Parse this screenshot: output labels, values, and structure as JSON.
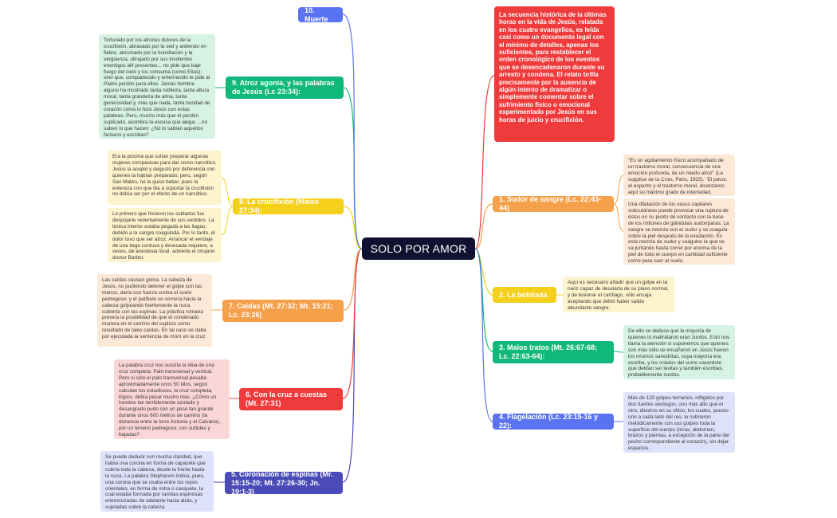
{
  "title": "SOLO POR AMOR",
  "intro": "La secuencia histórica de la últimas horas en la vida de Jesús, relatada en los cuatro evangelios, es leída casi como un documento legal con el mínimo de detalles, apenas los suficientes, para restablecer el orden cronológico de los eventos que se desencadenaron durante su arresto y condena. El relato brilla precisamente por la ausencia de algún intento de dramatizar o simplemente comentar sobre el sufrimiento físico o emocional experimentado por Jesús en sus horas de juicio y crucifixión.",
  "colors": {
    "red": "#ef3b3b",
    "orange": "#f5a04a",
    "yellow": "#f4cf1c",
    "green": "#10b87a",
    "blue": "#5a73f0",
    "indigo": "#4a4ab8",
    "dark": "#101030"
  },
  "nodes": [
    {
      "id": "n1",
      "label": "1. Sudor de sangre (Lc. 22:43-44)",
      "color": "#f5a04a",
      "notes": [
        "\"Es un agotamiento físico acompañado de un trastorno moral, consecuencia de una emoción profunda, de un miedo atroz\" (Le supplice de la Croix, Paris, 1925). \"El pavor, el espanto y el trastorno moral, alcanzaron aquí su máximo grado de intensidad.",
        "Una dilatación de los vasos capilares subcutáneos puede provocar una ruptura de éstos en su punto de contacto con la base de los millones de glándulas sudoríparas. La sangre se mezcla con el sudor y se coagula sobre la piel después de la exudación. Es esta mezcla de sudor y coágulos la que se va juntando hasta correr por encima de la piel de todo el cuerpo en cantidad suficiente como para caer al suelo."
      ]
    },
    {
      "id": "n2",
      "label": "2. La bofetada",
      "color": "#f4cf1c",
      "notes": [
        "Aquí es necesario añadir que un golpe en la nariz capaz de desviarla de su plano normal, y de lesionar el cartílago, sólo encaja aceptando que debió haber salido abundante sangre."
      ]
    },
    {
      "id": "n3",
      "label": "3. Malos tratos (Mt. 26:67-68; Lc. 22:63-64):",
      "color": "#10b87a",
      "notes": [
        "De ello se deduce que la mayoría de quienes lo maltrataron eran zurdos. Esto nos llama la atención si suponemos que quienes con más odio se ensañaron en Jesús fueron los mismos sanedritas, cuya mayoría era escriba, y los criados del sumo sacerdote que debían ser levitas y también escribas, probablemente zurdos."
      ]
    },
    {
      "id": "n4",
      "label": "4. Flagelación (Lc. 23:15-16 y 22):",
      "color": "#5a73f0",
      "notes": [
        "Más de 120 golpes ternarios, infligidos por dos fuertes verdugos, uno más alto que el otro, diestros en su oficio, los cuales, puesto uno a cada lado del reo, le cubrieron metódicamente con sus golpes toda la superficie del cuerpo (tórax, abdomen, brazos y piernas, a excepción de la parte del pecho correspondiente al corazón), sin dejar espacios."
      ]
    },
    {
      "id": "n5",
      "label": "5. Coronación de espinas (Mr. 15:15-20; Mt. 27:26-30; Jn. 19:1-3)",
      "color": "#4a4ab8",
      "notes": [
        "Se puede deducir con mucha claridad, que había una corona en forma de capacete que cubría toda la cabeza, desde la frente hasta la nuca. La palabra Stephanon indica, pues, una corona que se usaba entre los reyes orientales, en forma de mitra o casquete, la cual estaba formada por ramitas espinosas entrecruzadas de adelante hacia atrás, y sujetadas sobre la cabeza"
      ]
    },
    {
      "id": "n6",
      "label": "6. Con la cruz a cuestas (Mt. 27:31)",
      "color": "#ef3b3b",
      "notes": [
        "La palabra cruz nos suscita la idea de una cruz completa: Palo transversal y vertical. Pero si sólo el palo transversal pesaba aproximadamente unos 50 kilos, según calculan los estudiosos, la cruz completa, lógico, debía pesar mucho más. ¿Cómo un hombre tan terriblemente azotado y desangrado pudo con un peso tan grande durante unos 600 metros de camino (la distancia entre la torre Antonia y el Calvario), por un terreno pedregoso, con subidas y bajadas?"
      ]
    },
    {
      "id": "n7",
      "label": "7. Caídas (Mt. 27:32; Mr. 15:21; Lc. 23:26)",
      "color": "#f5a04a",
      "notes": [
        "Las caídas causan grima. La cabeza de Jesús, no pudiendo detener el golpe con las manos, daría con fuerza contra el suelo pedregoso; y el patíbulo se correría hacia la cabeza golpeando fuertemente la nuca cubierta con las espinas. La práctica romana preveía la posibilidad de que el condenado muriera en el camino del suplicio como resultado de tales caídas. En tal caso se daba por ejecutada la sentencia de morir en la cruz."
      ]
    },
    {
      "id": "n8",
      "label": "8. La crucifixión (Mateo 27:34):",
      "color": "#f4cf1c",
      "notes": [
        "Era la pócima que solían preparar algunas mujeres compasivas para dar como narcótico. Jesús la aceptó y degustó por deferencia con quienes la habían preparado; pero, según San Mateo, no la quiso beber, pues la entereza con que iba a soportar la crucifixión no debía ser por el efecto de un narcótico.",
        "Lo primero que hicieron los soldados fue despojarle violentamente de sus vestidos. La túnica interior estaba pegada a las llagas, debido a la sangre coagulada. Por lo tanto, el dolor tuvo que ser atroz. Arrancar el vendaje de una llaga contusa y desecada requiere, a veces, de anestesia local, advierte el cirujano doctor Barbet."
      ]
    },
    {
      "id": "n9",
      "label": "9. Atroz agonía, y las palabras de Jesús (Lc 23:34):",
      "color": "#10b87a",
      "notes": [
        "Torturado por los atroces dolores de la crucifixión, abrasado por la sed y ardiendo en fiebre, abrumado por la humillación y la vergüenza, ultrajado por sus insolentes enemigos allí presentes... no pide que baje fuego del cielo y los consuma (como Elías); sino que, compadecido y enternecido le pide al Padre perdón para ellos. Jamás hombre alguno ha mostrado tanta nobleza, tanta altura moral, tanta grandeza de alma, tanta generosidad y, más que nada, tanta bondad de corazón como lo hizo Jesús con estas palabras. Pero, mucho más que el perdón suplicado, asombra la excusa que alega: ...no saben lo que hacen: ¿No lo sabían aquellos fariseos y escribas?"
      ]
    },
    {
      "id": "n10",
      "label": "10. Muerte",
      "color": "#5a73f0",
      "notes": []
    }
  ]
}
